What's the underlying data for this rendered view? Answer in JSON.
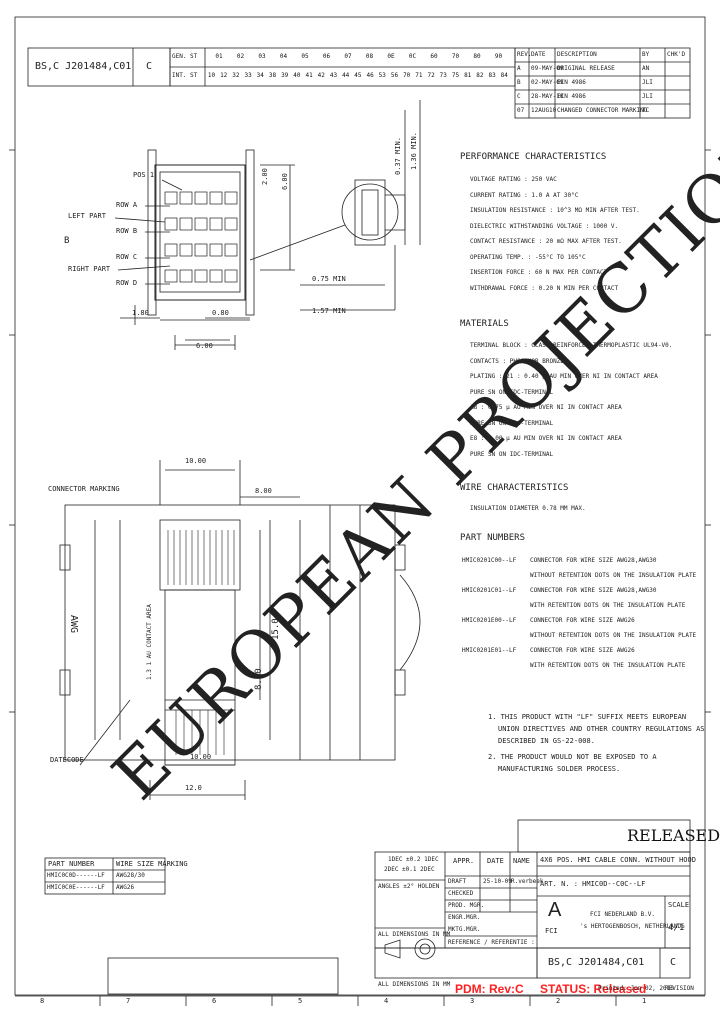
{
  "header": {
    "doc_number": "BS,C J201484,C01",
    "sheet_mark": "C",
    "gen_st_label": "GEN. ST",
    "int_st_label": "INT. ST",
    "gen_cols": [
      "01",
      "02",
      "03",
      "04",
      "05",
      "06",
      "07",
      "08",
      "0E",
      "0C",
      "60",
      "70",
      "80",
      "90"
    ],
    "int_cols": [
      "10",
      "12",
      "32",
      "33",
      "34",
      "38",
      "39",
      "40",
      "41",
      "42",
      "43",
      "44",
      "45",
      "46",
      "53",
      "56",
      "70",
      "71",
      "72",
      "73",
      "75",
      "81",
      "82",
      "83",
      "84"
    ]
  },
  "revision": {
    "headers": [
      "REV.",
      "DATE",
      "DESCRIPTION",
      "BY",
      "CHK'D"
    ],
    "rows": [
      [
        "A",
        "09-MAY-09",
        "ORIGINAL RELEASE",
        "AN",
        ""
      ],
      [
        "B",
        "02-MAY-09",
        "ECN 4986",
        "JLI",
        ""
      ],
      [
        "C",
        "28-MAY-10",
        "ECN 4986",
        "JLI",
        ""
      ],
      [
        "07",
        "12AUG10",
        "CHANGED CONNECTOR MARKING",
        "TC",
        ""
      ]
    ]
  },
  "left_view": {
    "pos1": "POS 1",
    "row_a": "ROW A",
    "row_b": "ROW B",
    "row_c": "ROW C",
    "row_d": "ROW D",
    "left_part": "LEFT PART",
    "right_part": "RIGHT PART",
    "b_mark": "B",
    "dim_180": "1.80",
    "dim_080": "0.80",
    "dim_600": "6.00",
    "dim_200": "2.00",
    "dim_600v": "6.00",
    "dim_075": "0.75 MIN",
    "dim_157": "1.57 MIN",
    "dim_037": "0.37 MIN.",
    "dim_136": "1.36 MIN."
  },
  "performance": {
    "title": "PERFORMANCE CHARACTERISTICS",
    "items": [
      "VOLTAGE RATING       : 250 VAC",
      "CURRENT RATING       : 1.0 A AT 30°C",
      "INSULATION RESISTANCE : 10^3 MΩ MIN AFTER TEST.",
      "DIELECTRIC WITHSTANDING VOLTAGE : 1000 V.",
      "CONTACT RESISTANCE   : 20 mΩ MAX AFTER TEST.",
      "OPERATING TEMP.      : -55°C TO 105°C",
      "INSERTION FORCE      : 60 N MAX PER CONTACT",
      "WITHDRAWAL FORCE     : 0.20 N MIN PER CONTACT"
    ]
  },
  "materials": {
    "title": "MATERIALS",
    "items": [
      "TERMINAL BLOCK : GLASS REINFORCED THERMOPLASTIC UL94-V0.",
      "CONTACTS       : PHOSPHOR BRONZE.",
      "PLATING        : 21 : 0.40 μ AU MIN OVER NI IN CONTACT AREA",
      "                 PURE SN ON IDC-TERMINAL",
      "                 A8 : 0.75 μ AU MIN OVER NI IN CONTACT AREA",
      "                 PURE SN ON IDC-TERMINAL",
      "                 E8 : 2.00 μ AU MIN OVER NI IN CONTACT AREA",
      "                 PURE SN ON IDC-TERMINAL"
    ]
  },
  "wire": {
    "title": "WIRE CHARACTERISTICS",
    "text": "INSULATION DIAMETER 0.78 MM MAX."
  },
  "parts": {
    "title": "PART NUMBERS",
    "items": [
      [
        "HMIC0201C00--LF",
        "CONNECTOR FOR WIRE SIZE AWG28,AWG30"
      ],
      [
        "",
        "WITHOUT RETENTION DOTS ON THE INSULATION PLATE"
      ],
      [
        "HMIC0201C01--LF",
        "CONNECTOR FOR WIRE SIZE AWG28,AWG30"
      ],
      [
        "",
        "WITH RETENTION DOTS ON THE INSULATION PLATE"
      ],
      [
        "HMIC0201E00--LF",
        "CONNECTOR FOR WIRE SIZE AWG26"
      ],
      [
        "",
        "WITHOUT RETENTION DOTS ON THE INSULATION PLATE"
      ],
      [
        "HMIC0201E01--LF",
        "CONNECTOR FOR WIRE SIZE AWG26"
      ],
      [
        "",
        "WITH RETENTION DOTS ON THE INSULATION PLATE"
      ]
    ]
  },
  "notes": {
    "n1a": "1. THIS PRODUCT WITH \"LF\" SUFFIX MEETS EUROPEAN",
    "n1b": "UNION DIRECTIVES AND OTHER COUNTRY REGULATIONS AS",
    "n1c": "DESCRIBED IN GS-22-008.",
    "n2a": "2. THE PRODUCT WOULD NOT BE EXPOSED TO A",
    "n2b": "MANUFACTURING SOLDER PROCESS."
  },
  "marking_view": {
    "label": "CONNECTOR MARKING",
    "date_code": "DATECODE",
    "awg": "AWG",
    "contact_area": "1.3 1 AU CONTACT AREA",
    "dim_1000": "10.00",
    "dim_800": "8.00",
    "dim_880": "8.80",
    "dim_150": "15.0",
    "dim_1000b": "10.00",
    "dim_1200": "12.0"
  },
  "watermark": "EUROPEAN PROJECTION",
  "wire_table": {
    "h1": "PART NUMBER",
    "h2": "WIRE SIZE MARKING",
    "rows": [
      [
        "HMIC0C0D------LF",
        "AWG28/30"
      ],
      [
        "HMIC0C0E------LF",
        "AWG26"
      ]
    ]
  },
  "tol": {
    "l1": "1DEC ±0.2 1DEC",
    "l2": "2DEC ±0.1 2DEC",
    "l3": "ANGLES ±2° HOLDEN"
  },
  "approvals": {
    "appr": "APPR.",
    "date": "DATE",
    "name": "NAME",
    "draft": "DRAFT",
    "draft_date": "25-10-09",
    "draft_name": "R.verbeek",
    "checked": "CHECKED",
    "prod_mgr": "PROD. MGR.",
    "eng_mgr": "ENGR.MGR.",
    "mkt_mgr": "MKTG.MGR."
  },
  "title_block": {
    "released": "RELEASED",
    "title": "4X6 POS. HMI CABLE CONN. WITHOUT HOOD",
    "part_no": "ART. N. : HMIC0D--C0C--LF",
    "company1": "FCI NEDERLAND B.V.",
    "company2": "'s HERTOGENBOSCH, NETHERLANDS",
    "logo_letter": "A",
    "logo_text": "FCI",
    "scale_label": "SCALE",
    "scale": "4/1",
    "doc_no": "BS,C J201484,C01",
    "rev": "C",
    "all_dims": "ALL DIMENSIONS IN MM",
    "reference": "REFERENCE / REFERENTIE :",
    "stamp": "PDM: Rev:C",
    "status": "STATUS: Released",
    "printed": "Printed: Jun 02, 2010",
    "revision_label": "REVISION"
  },
  "zones": [
    "8",
    "7",
    "6",
    "5",
    "4",
    "3",
    "2",
    "1"
  ]
}
